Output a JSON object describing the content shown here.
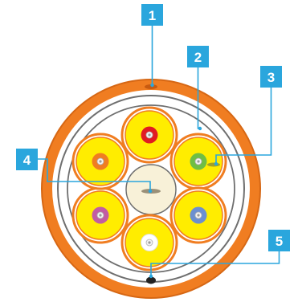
{
  "callouts": [
    {
      "label": "1"
    },
    {
      "label": "2"
    },
    {
      "label": "3"
    },
    {
      "label": "4"
    },
    {
      "label": "5"
    }
  ],
  "colors": {
    "outer_jacket": "#f07d21",
    "jacket_edge": "#d66714",
    "inner_sheath": "#ffffff",
    "sheath_line": "#6f6f6f",
    "tube_fill": "#ffed00",
    "tube_border": "#f07d21",
    "central_member": "#f8f1d8",
    "callout_box": "#2aa6dd",
    "callout_line": "#2aa6dd",
    "ripcord": "#222222"
  },
  "fibers": [
    {
      "position": "top",
      "color": "#e11b22"
    },
    {
      "position": "upper-right",
      "color": "#6fbe44"
    },
    {
      "position": "lower-right",
      "color": "#6c8fd0"
    },
    {
      "position": "bottom",
      "color": "#ffffff"
    },
    {
      "position": "lower-left",
      "color": "#c25ca3"
    },
    {
      "position": "upper-left",
      "color": "#f07d21"
    }
  ]
}
